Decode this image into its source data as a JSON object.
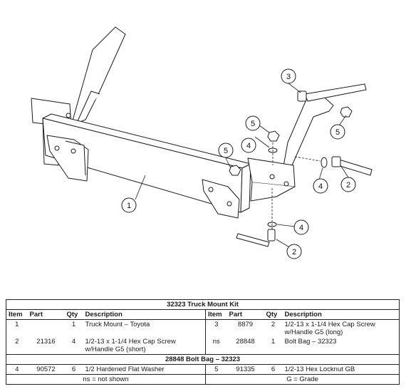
{
  "callouts": {
    "c1": "1",
    "c2a": "2",
    "c2b": "2",
    "c3": "3",
    "c4a": "4",
    "c4b": "4",
    "c4c": "4",
    "c5a": "5",
    "c5b": "5",
    "c5c": "5"
  },
  "table": {
    "title": "32323  Truck Mount Kit",
    "headers": {
      "item": "Item",
      "part": "Part",
      "qty": "Qty",
      "desc": "Description"
    },
    "rows": [
      {
        "l_item": "1",
        "l_part": "",
        "l_qty": "1",
        "l_desc": "Truck Mount – Toyota",
        "r_item": "3",
        "r_part": "8879",
        "r_qty": "2",
        "r_desc": "1/2-13 x 1-1/4 Hex Cap Screw w/Handle G5 (long)"
      },
      {
        "l_item": "2",
        "l_part": "21316",
        "l_qty": "4",
        "l_desc": "1/2-13 x 1-1/4 Hex Cap Screw w/Handle G5 (short)",
        "r_item": "ns",
        "r_part": "28848",
        "r_qty": "1",
        "r_desc": "Bolt Bag – 32323"
      }
    ],
    "bag_title": "28848  Bolt Bag – 32323",
    "bag_row": {
      "l_item": "4",
      "l_part": "90572",
      "l_qty": "6",
      "l_desc": "1/2 Hardened Flat Washer",
      "r_item": "5",
      "r_part": "91335",
      "r_qty": "6",
      "r_desc": "1/2-13 Hex Locknut GB"
    },
    "footnotes": {
      "ns": "ns = not shown",
      "grade": "G = Grade"
    }
  }
}
